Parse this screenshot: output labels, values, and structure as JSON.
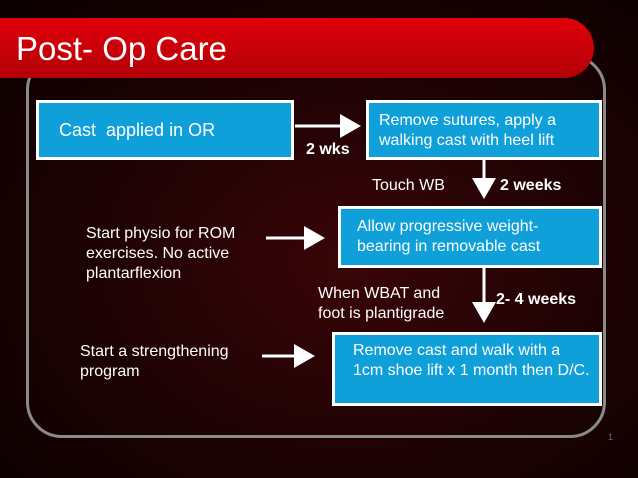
{
  "slide": {
    "title": "Post- Op Care",
    "page_number": "1",
    "colors": {
      "title_bar": "#d50009",
      "box_fill": "#0fa0da",
      "frame": "#8a8a8a"
    }
  },
  "boxes": {
    "cast_applied": "Cast  applied in OR",
    "remove_sutures": "Remove sutures, apply a walking cast with heel lift",
    "progressive_wb": "Allow progressive weight-bearing in removable cast",
    "remove_cast": "Remove cast and walk with a 1cm shoe lift x 1 month then D/C."
  },
  "labels": {
    "two_wks": "2 wks",
    "touch_wb": "Touch WB",
    "two_weeks": "2 weeks",
    "start_physio": "Start physio for ROM exercises. No active plantarflexion",
    "when_wbat": "When WBAT and foot is plantigrade",
    "two_four_weeks": "2- 4 weeks",
    "start_strengthening": "Start a strengthening program"
  }
}
